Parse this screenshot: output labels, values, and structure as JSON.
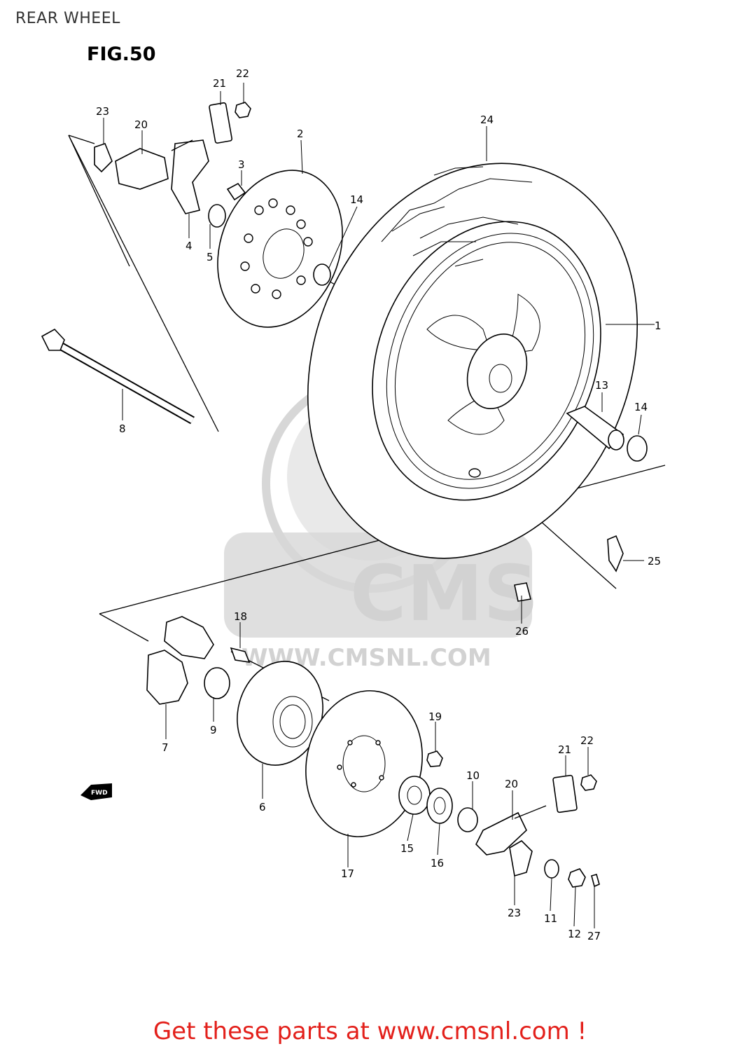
{
  "header": {
    "title": "REAR WHEEL",
    "figure": "FIG.50"
  },
  "watermark": {
    "brand": "CMS",
    "url": "WWW.CMSNL.COM"
  },
  "fwd_mark": "FWD",
  "callouts": {
    "p1": "1",
    "p2": "2",
    "p3": "3",
    "p4": "4",
    "p5": "5",
    "p6": "6",
    "p7": "7",
    "p8": "8",
    "p9": "9",
    "p10": "10",
    "p11": "11",
    "p12": "12",
    "p13": "13",
    "p14a": "14",
    "p14b": "14",
    "p15": "15",
    "p16": "16",
    "p17": "17",
    "p18": "18",
    "p19": "19",
    "p20a": "20",
    "p20b": "20",
    "p21a": "21",
    "p21b": "21",
    "p22a": "22",
    "p22b": "22",
    "p23a": "23",
    "p23b": "23",
    "p24": "24",
    "p25": "25",
    "p26": "26",
    "p27": "27"
  },
  "footer": {
    "cta": "Get these parts at www.cmsnl.com !"
  },
  "colors": {
    "cta": "#e3201b",
    "watermark": "#d7d7d7",
    "ink": "#000000"
  }
}
